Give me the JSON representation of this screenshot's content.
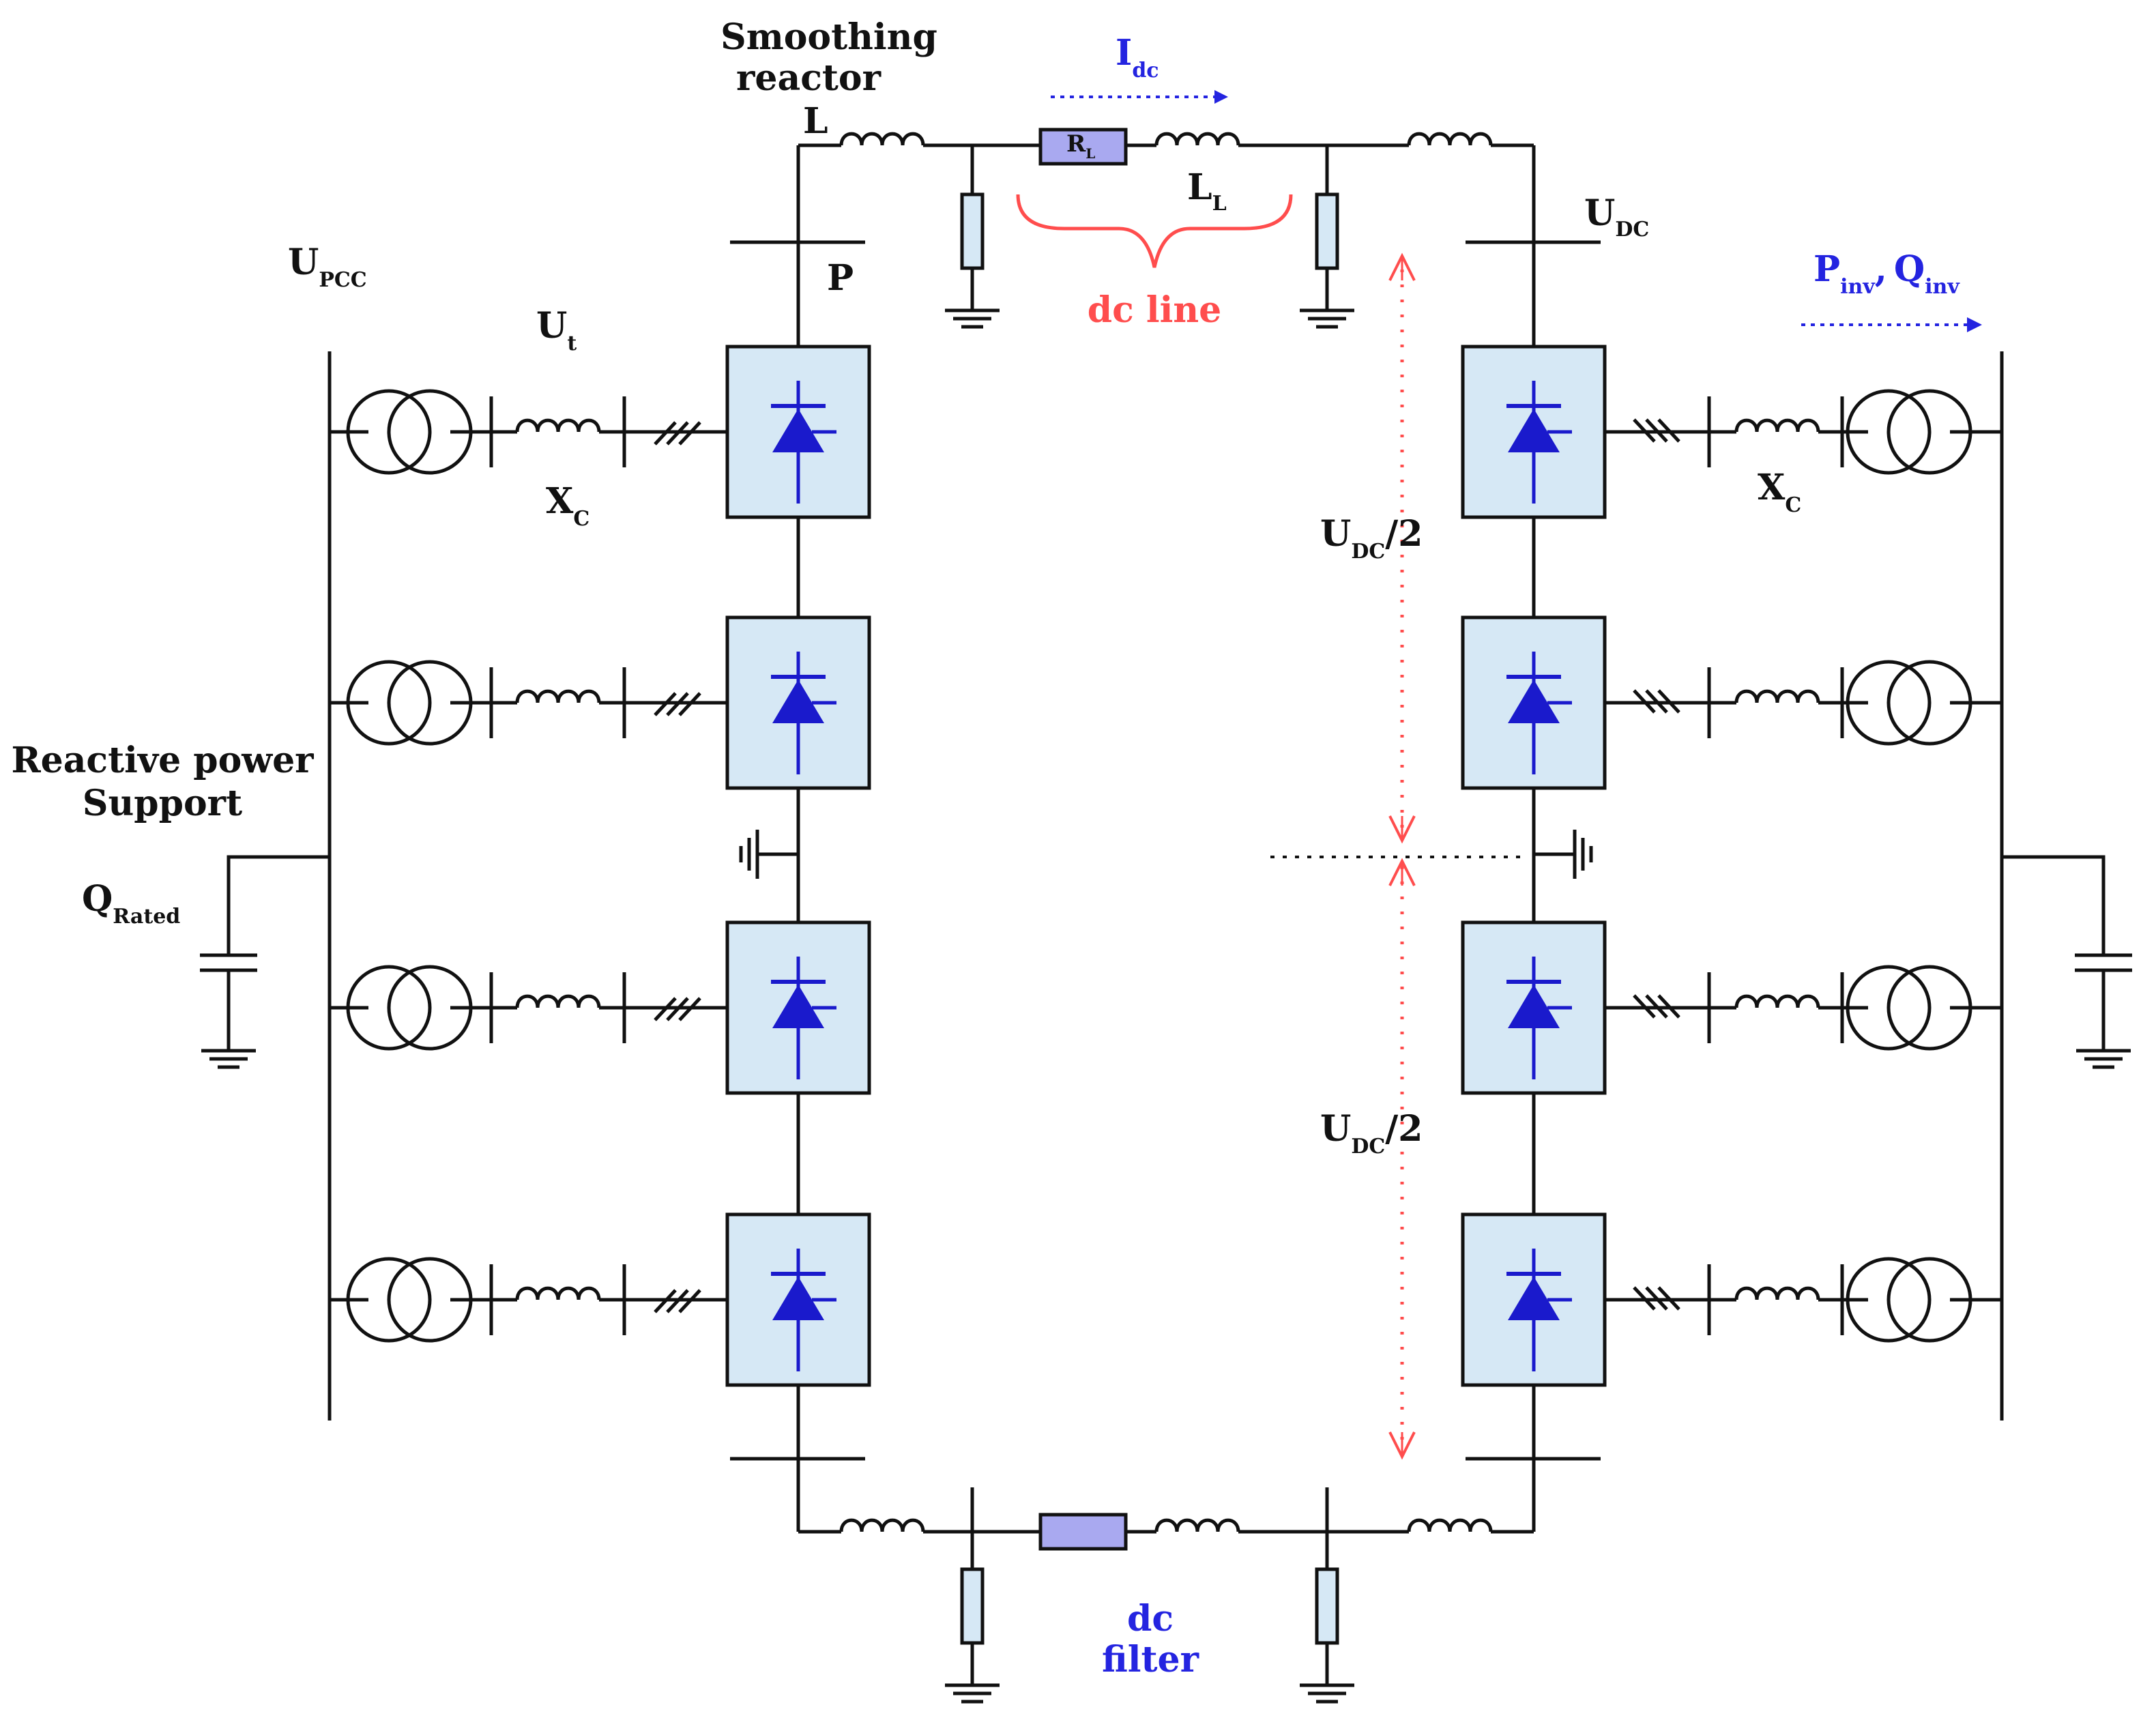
{
  "labels": {
    "smoothing_reactor_line1": "Smoothing",
    "smoothing_reactor_line2": "reactor",
    "L": "L",
    "P": "P",
    "R_L_main": "R",
    "R_L_sub": "L",
    "L_L_main": "L",
    "L_L_sub": "L",
    "dc_line": "dc line",
    "I_dc_main": "I",
    "I_dc_sub": "dc",
    "U_DC_main": "U",
    "U_DC_sub": "DC",
    "P_inv_main": "P",
    "P_inv_sub": "inv",
    "comma": ",",
    "Q_inv_main": "Q",
    "Q_inv_sub": "inv",
    "U_PCC_main": "U",
    "U_PCC_sub": "PCC",
    "U_t_main": "U",
    "U_t_sub": "t",
    "X_C_left_main": "X",
    "X_C_left_sub": "C",
    "X_C_right_main": "X",
    "X_C_right_sub": "C",
    "reactive_line1": "Reactive power",
    "reactive_line2": "Support",
    "Q_rated_main": "Q",
    "Q_rated_sub": "Rated",
    "U_DC_half_upper_main": "U",
    "U_DC_half_upper_sub": "DC",
    "U_DC_half_upper_tail": "/2",
    "U_DC_half_lower_main": "U",
    "U_DC_half_lower_sub": "DC",
    "U_DC_half_lower_tail": "/2",
    "dc_filter_line1": "dc",
    "dc_filter_line2": "filter"
  },
  "colors": {
    "wire": "#111111",
    "converter_fill": "#d6e8f5",
    "converter_stroke": "#111111",
    "thyristor": "#1a1acc",
    "resistor_fill": "#d6e8f5",
    "rl_fill": "#a9a9f0",
    "annotation_red": "#ff4d4d",
    "annotation_blue": "#2424e0"
  },
  "icons": {
    "converter": "thyristor-valve-icon",
    "transformer": "transformer-icon",
    "reactor": "inductor-icon",
    "ground": "ground-icon",
    "capacitor": "capacitor-icon",
    "resistor": "resistor-icon"
  }
}
